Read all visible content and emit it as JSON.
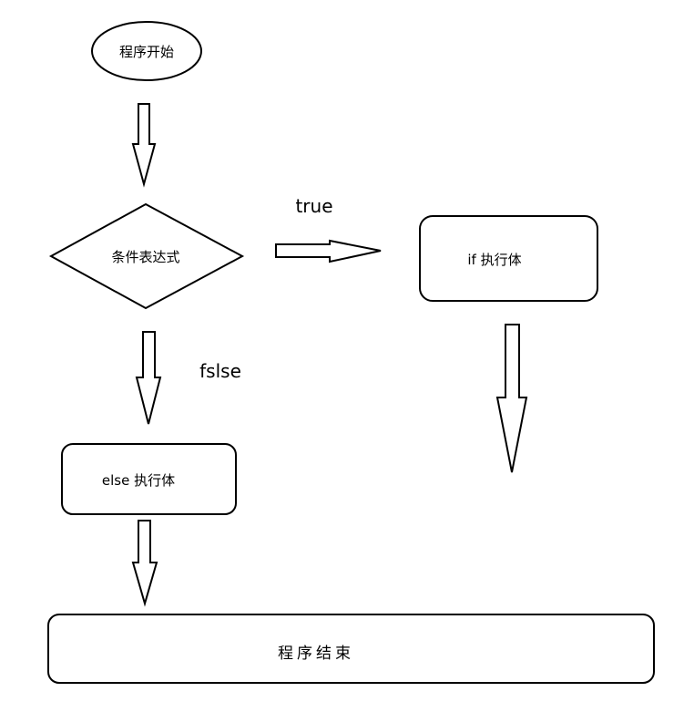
{
  "diagram": {
    "nodes": {
      "start": "程序开始",
      "condition": "条件表达式",
      "if_body": "if 执行体",
      "else_body": "else 执行体",
      "end": "程序结束"
    },
    "edges": {
      "true_label": "true",
      "false_label": "fslse"
    }
  }
}
